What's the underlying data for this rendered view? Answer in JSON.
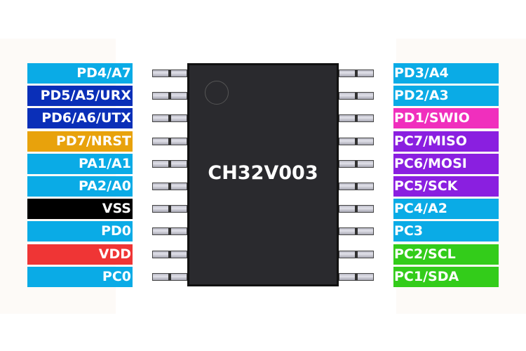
{
  "chip": {
    "name": "CH32V003"
  },
  "left_pins": [
    {
      "label": "PD4/A7",
      "color": "#0aabe6"
    },
    {
      "label": "PD5/A5/URX",
      "color": "#0a2fb8"
    },
    {
      "label": "PD6/A6/UTX",
      "color": "#0a2fb8"
    },
    {
      "label": "PD7/NRST",
      "color": "#e8a20c"
    },
    {
      "label": "PA1/A1",
      "color": "#0aabe6"
    },
    {
      "label": "PA2/A0",
      "color": "#0aabe6"
    },
    {
      "label": "VSS",
      "color": "#000000"
    },
    {
      "label": "PD0",
      "color": "#0aabe6"
    },
    {
      "label": "VDD",
      "color": "#ef3535"
    },
    {
      "label": "PC0",
      "color": "#0aabe6"
    }
  ],
  "right_pins": [
    {
      "label": "PD3/A4",
      "color": "#0aabe6"
    },
    {
      "label": "PD2/A3",
      "color": "#0aabe6"
    },
    {
      "label": "PD1/SWIO",
      "color": "#f02fbd"
    },
    {
      "label": "PC7/MISO",
      "color": "#8a1fe0"
    },
    {
      "label": "PC6/MOSI",
      "color": "#8a1fe0"
    },
    {
      "label": "PC5/SCK",
      "color": "#8a1fe0"
    },
    {
      "label": "PC4/A2",
      "color": "#0aabe6"
    },
    {
      "label": "PC3",
      "color": "#0aabe6"
    },
    {
      "label": "PC2/SCL",
      "color": "#33cc1a"
    },
    {
      "label": "PC1/SDA",
      "color": "#33cc1a"
    }
  ]
}
